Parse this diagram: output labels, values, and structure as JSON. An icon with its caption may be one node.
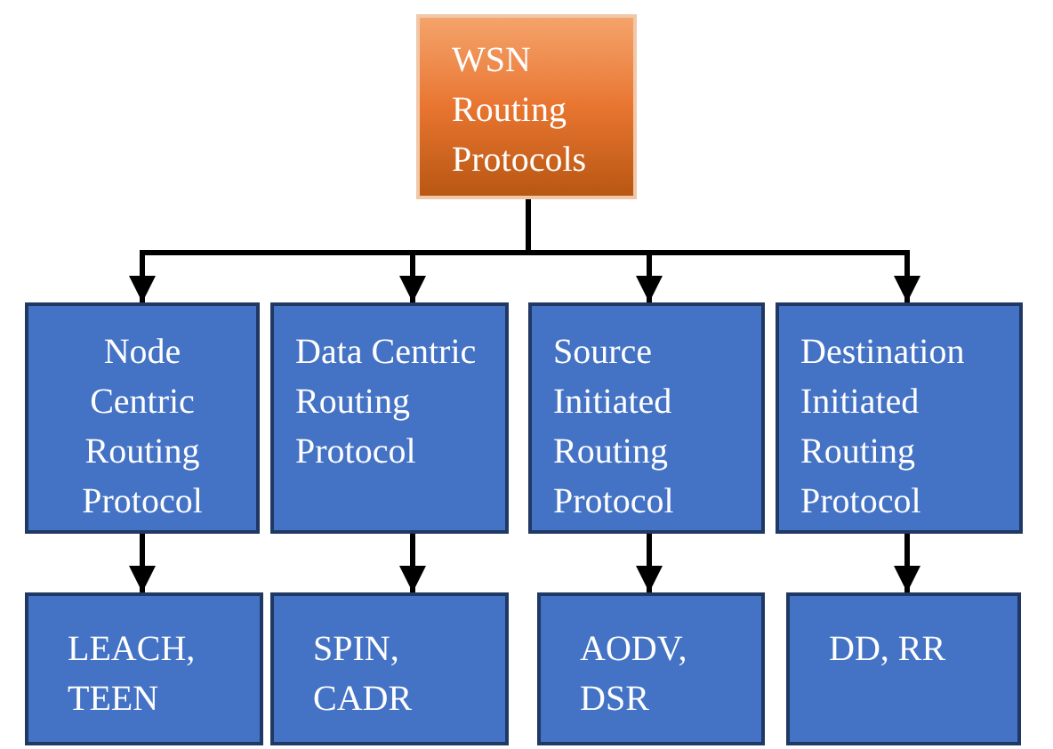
{
  "diagram": {
    "nodes": [
      {
        "text": [
          "WSN Routing Protocols"
        ]
      },
      {
        "text": [
          "Node Centric Routing Protocol"
        ]
      },
      {
        "text": [
          "Data Centric Routing Protocol"
        ]
      },
      {
        "text": [
          "Source Initiated Routing Protocol"
        ]
      },
      {
        "text": [
          "Destination Initiated Routing Protocol"
        ]
      },
      {
        "text": [
          "LEACH, TEEN"
        ]
      },
      {
        "text": [
          "SPIN, CADR"
        ]
      },
      {
        "text": [
          "AODV, DSR"
        ]
      },
      {
        "text": [
          "DD, RR"
        ]
      }
    ],
    "edges": [
      {
        "from": 0,
        "to": 1,
        "arrow": "to"
      },
      {
        "from": 0,
        "to": 2,
        "arrow": "to"
      },
      {
        "from": 0,
        "to": 3,
        "arrow": "to"
      },
      {
        "from": 0,
        "to": 4,
        "arrow": "to"
      },
      {
        "from": 1,
        "to": 5,
        "arrow": "to"
      },
      {
        "from": 2,
        "to": 6,
        "arrow": "to"
      },
      {
        "from": 3,
        "to": 7,
        "arrow": "to"
      },
      {
        "from": 4,
        "to": 8,
        "arrow": "to"
      }
    ]
  }
}
